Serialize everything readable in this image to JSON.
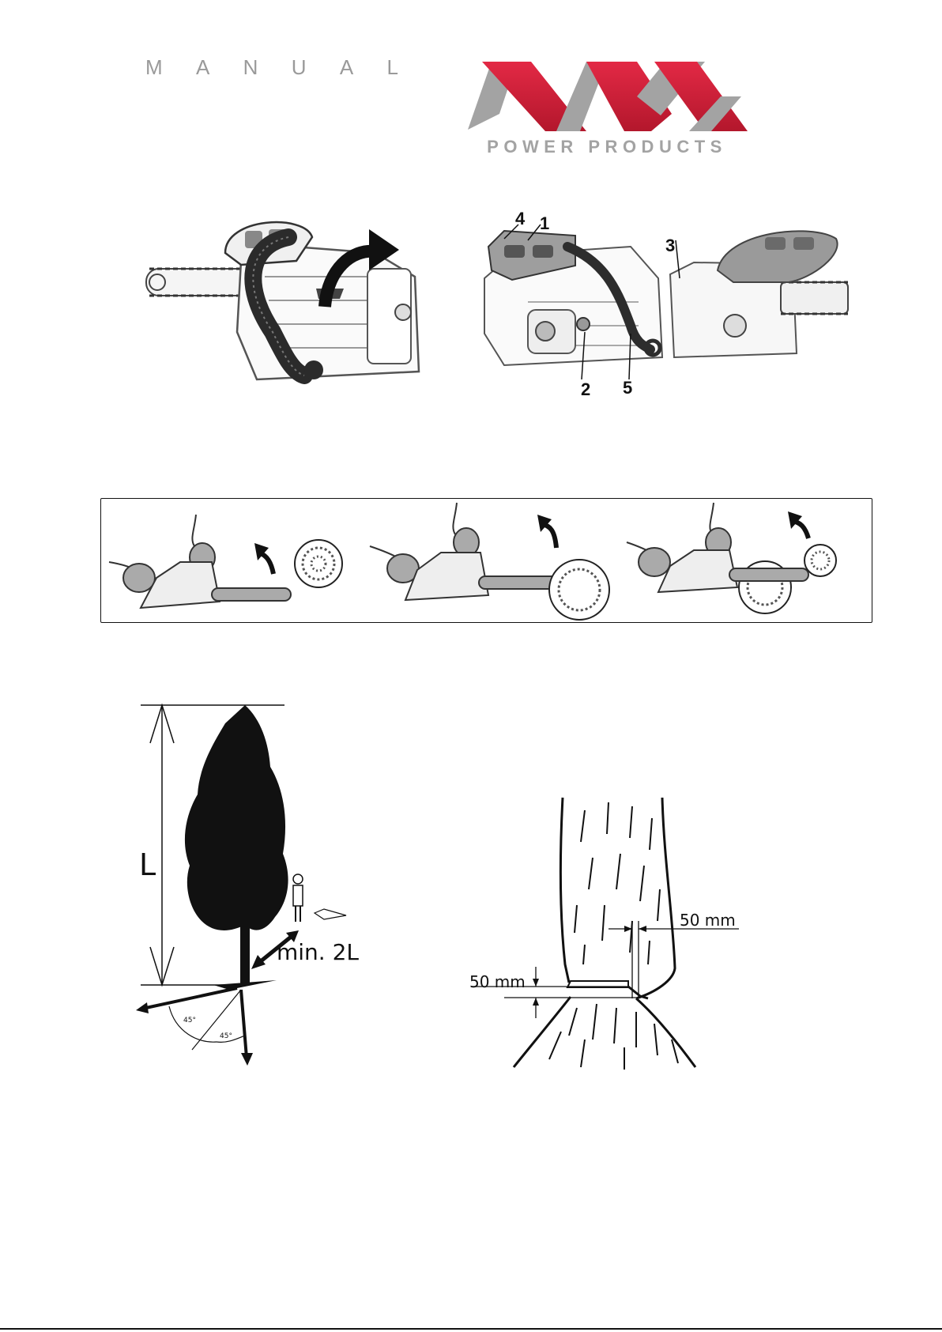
{
  "header": {
    "manual_letters": [
      "M",
      "A",
      "N",
      "U",
      "A",
      "L"
    ],
    "brand": {
      "wordmark": "NAX",
      "tagline": "POWER PRODUCTS",
      "colors": {
        "red": "#d8213b",
        "gray": "#a3a3a3"
      }
    }
  },
  "figure_handle": {
    "callouts": [
      "4",
      "1",
      "3",
      "2",
      "5"
    ]
  },
  "figure_felling": {
    "height_label": "L",
    "distance_label": "min. 2L",
    "angle_left": "45°",
    "angle_right": "45°"
  },
  "figure_cut": {
    "horizontal_dim": "50 mm",
    "vertical_dim": "50 mm"
  }
}
